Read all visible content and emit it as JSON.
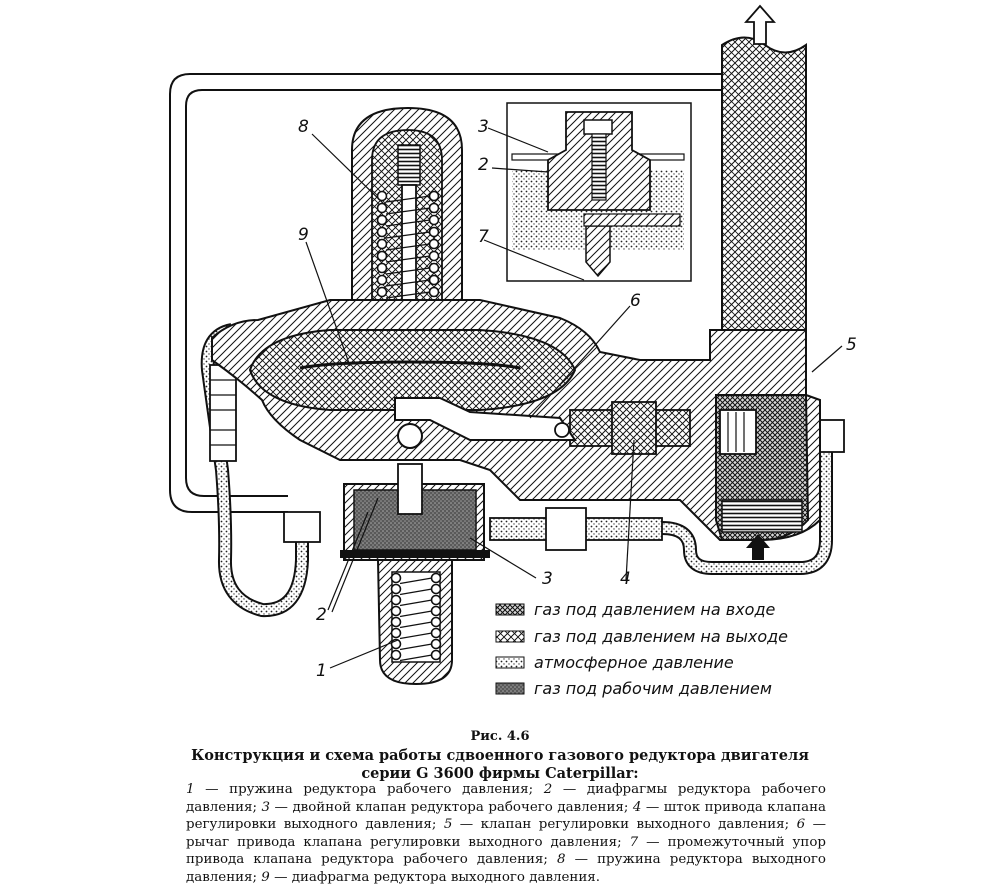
{
  "callouts": {
    "c1": "1",
    "c2a": "2",
    "c2b": "2",
    "c3a": "3",
    "c3b": "3",
    "c4": "4",
    "c5": "5",
    "c6": "6",
    "c7": "7",
    "c8": "8",
    "c9": "9"
  },
  "legend": {
    "inlet": "газ под давлением на входе",
    "outlet": "газ под давлением на выходе",
    "atmospheric": "атмосферное давление",
    "working": "газ под рабочим давлением"
  },
  "caption": {
    "number": "Рис. 4.6",
    "title": "Конструкция и схема работы сдвоенного газового редуктора двигателя серии G 3600 фирмы Caterpillar:"
  },
  "parts": [
    {
      "num": "1",
      "text": "пружина редуктора рабочего давления"
    },
    {
      "num": "2",
      "text": "диафрагмы редуктора рабочего давления"
    },
    {
      "num": "3",
      "text": "двойной клапан редуктора рабочего давления"
    },
    {
      "num": "4",
      "text": "шток привода клапана регулировки выходного давления"
    },
    {
      "num": "5",
      "text": "клапан регулировки выходного давления"
    },
    {
      "num": "6",
      "text": "рычаг привода клапана регулировки выходного давления"
    },
    {
      "num": "7",
      "text": "промежуточный упор привода клапана редуктора рабочего давления"
    },
    {
      "num": "8",
      "text": "пружина редуктора выходного давления"
    },
    {
      "num": "9",
      "text": "диафрагма редуктора выходного давления"
    }
  ]
}
